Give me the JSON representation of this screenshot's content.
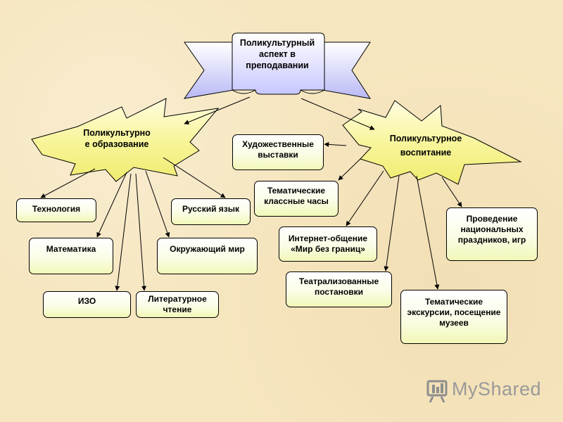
{
  "banner": {
    "title": "Поликультурный аспект в преподавании"
  },
  "left_star": {
    "label": "Поликультурно е образование"
  },
  "right_star": {
    "label": "Поликультурное воспитание"
  },
  "left_items": [
    "Технология",
    "Русский язык",
    "Математика",
    "Окружающий мир",
    "ИЗО",
    "Литературное чтение"
  ],
  "right_items": [
    "Художественные выставки",
    "Тематические классные часы",
    "Интернет-общение «Мир без границ»",
    "Проведение национальных праздников, игр",
    "Театрализованные постановки",
    "Тематические экскурсии, посещение музеев"
  ],
  "watermark": {
    "text": "MyShared"
  },
  "colors": {
    "star_fill": "#f6f58e",
    "box_fill": "#f2f7b7",
    "banner_fill": "#c9c9ff",
    "line": "#000000"
  }
}
